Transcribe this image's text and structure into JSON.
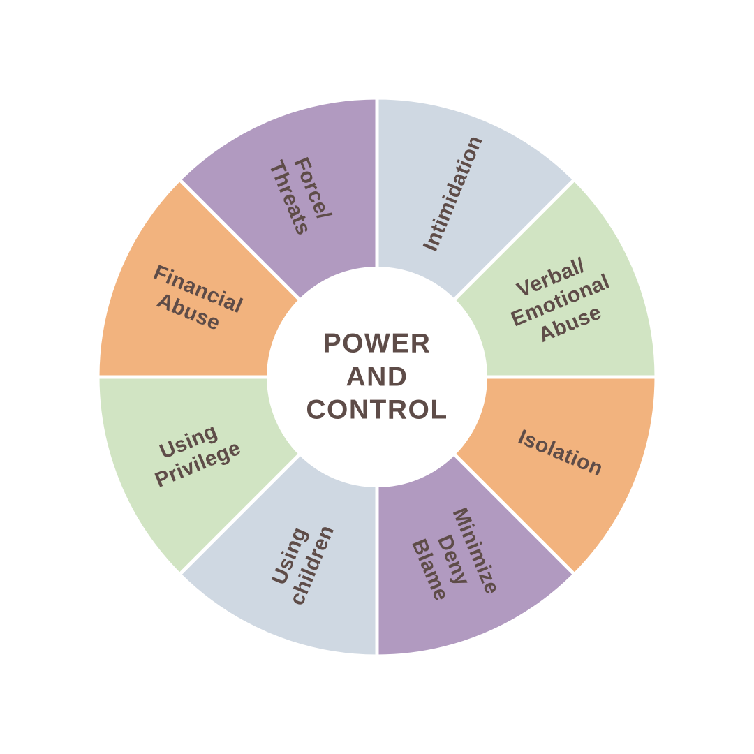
{
  "page": {
    "background": "#ffffff"
  },
  "wheel": {
    "center_title": "POWER\nAND\nCONTROL",
    "title_color": "#5e4c48",
    "label_color": "#5e4c48",
    "divider_color": "#ffffff",
    "center_circle_color": "#ffffff",
    "segments": [
      {
        "label": "Intimidation",
        "color": "#cfd8e2"
      },
      {
        "label": "Verbal/\nEmotional\nAbuse",
        "color": "#d1e4c3"
      },
      {
        "label": "Isolation",
        "color": "#f2b37e"
      },
      {
        "label": "Minimize\nDeny\nBlame",
        "color": "#b19ac0"
      },
      {
        "label": "Using\nchildren",
        "color": "#cfd8e2"
      },
      {
        "label": "Using\nPrivilege",
        "color": "#d1e4c3"
      },
      {
        "label": "Financial\nAbuse",
        "color": "#f2b37e"
      },
      {
        "label": "Force/\nThreats",
        "color": "#b19ac0"
      }
    ]
  }
}
